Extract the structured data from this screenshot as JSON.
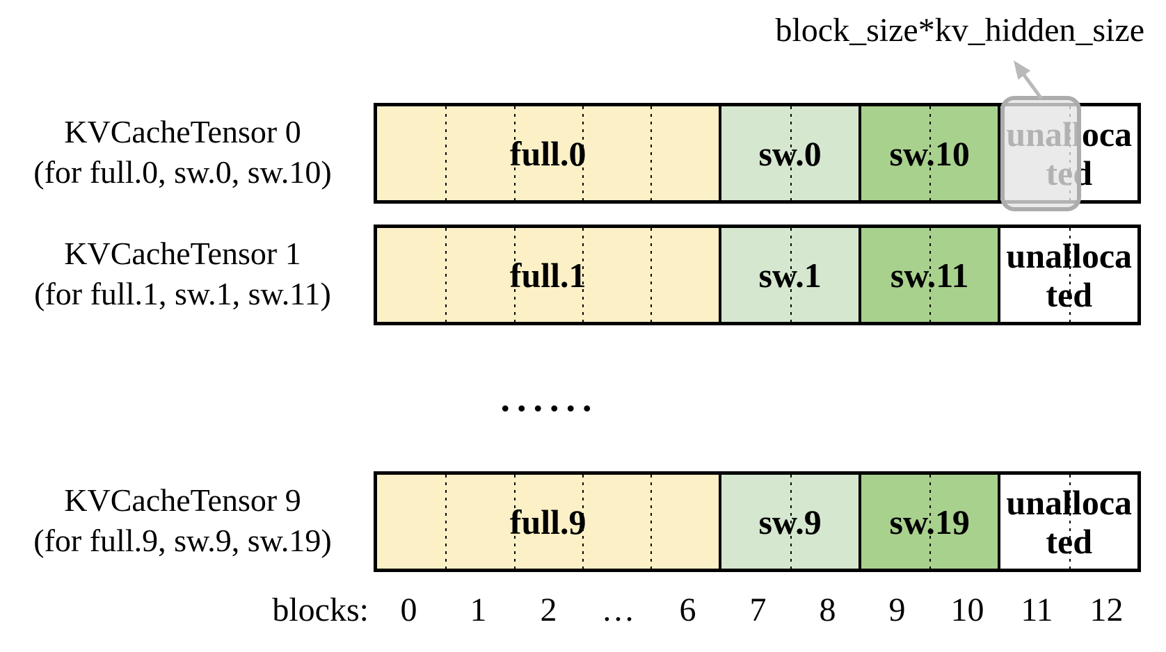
{
  "annotation": {
    "text": "block_size*kv_hidden_size"
  },
  "rows": [
    {
      "title": "KVCacheTensor 0",
      "subtitle": "(for full.0, sw.0, sw.10)",
      "full": "full.0",
      "sw": "sw.0",
      "sw2": "sw.10",
      "unalloc_line1": "unalloca",
      "unalloc_line2": "ted"
    },
    {
      "title": "KVCacheTensor 1",
      "subtitle": "(for full.1, sw.1, sw.11)",
      "full": "full.1",
      "sw": "sw.1",
      "sw2": "sw.11",
      "unalloc_line1": "unalloca",
      "unalloc_line2": "ted"
    },
    {
      "title": "KVCacheTensor 9",
      "subtitle": "(for full.9, sw.9, sw.19)",
      "full": "full.9",
      "sw": "sw.9",
      "sw2": "sw.19",
      "unalloc_line1": "unalloca",
      "unalloc_line2": "ted"
    }
  ],
  "gap": {
    "ellipsis": "......"
  },
  "axis": {
    "prefix": "blocks:",
    "labels": [
      "0",
      "1",
      "2",
      "…",
      "6",
      "7",
      "8",
      "9",
      "10",
      "11",
      "12"
    ]
  },
  "palette": {
    "full_section": "#FCF0C7",
    "sw_section": "#D5E7CF",
    "sw2_section": "#A9D18E",
    "unallocated_section": "#FFFFFF",
    "border": "#000000",
    "highlight_border": "#ACACAC",
    "highlight_fill": "#E4E4E4",
    "arrow": "#B9B9B9"
  }
}
